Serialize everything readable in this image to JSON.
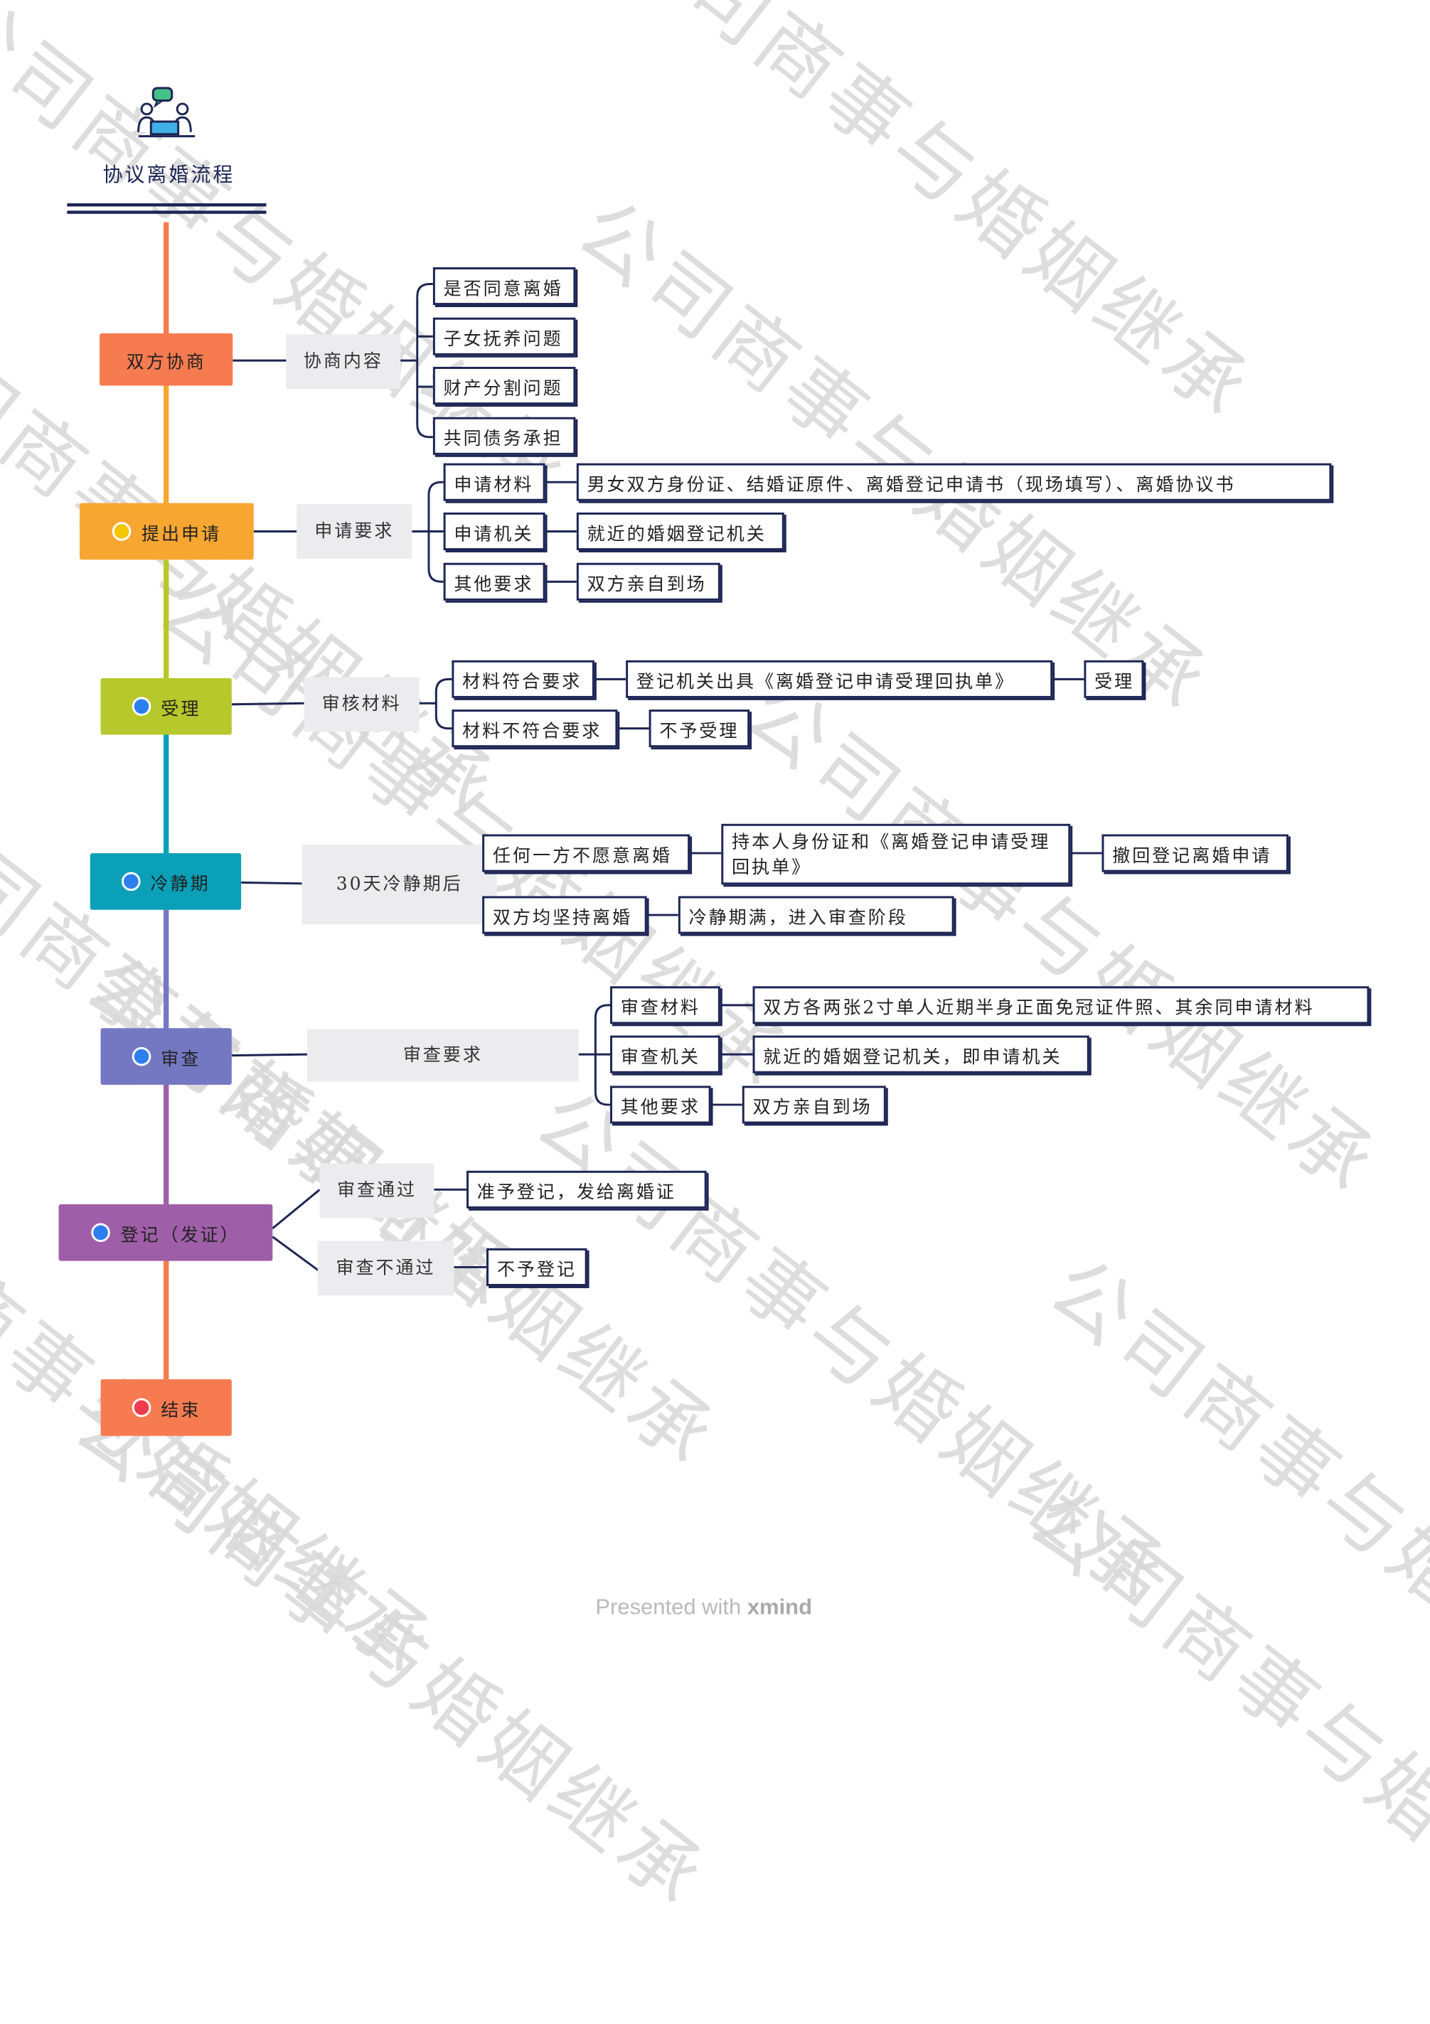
{
  "title": "协议离婚流程",
  "watermark": "公司商事与婚姻继承",
  "footer": {
    "prefix": "Presented with",
    "brand": "xmind"
  },
  "colors": {
    "negotiate": "#f77b50",
    "apply": "#f8a632",
    "accept": "#b6c82b",
    "cooling": "#0aa0b8",
    "review": "#7478c2",
    "register": "#9f5ea8",
    "end": "#f77b50",
    "line": "#1c2554"
  },
  "nodes": {
    "negotiate": {
      "label": "双方协商",
      "sub": "协商内容",
      "items": [
        "是否同意离婚",
        "子女抚养问题",
        "财产分割问题",
        "共同债务承担"
      ]
    },
    "apply": {
      "label": "提出申请",
      "dot": "#f2c600",
      "sub": "申请要求",
      "items": [
        {
          "k": "申请材料",
          "v": "男女双方身份证、结婚证原件、离婚登记申请书（现场填写）、离婚协议书"
        },
        {
          "k": "申请机关",
          "v": "就近的婚姻登记机关"
        },
        {
          "k": "其他要求",
          "v": "双方亲自到场"
        }
      ]
    },
    "accept": {
      "label": "受理",
      "dot": "#2d7ff0",
      "sub": "审核材料",
      "items": [
        {
          "k": "材料符合要求",
          "v": "登记机关出具《离婚登记申请受理回执单》",
          "v2": "受理"
        },
        {
          "k": "材料不符合要求",
          "v": "不予受理"
        }
      ]
    },
    "cooling": {
      "label": "冷静期",
      "dot": "#2d7ff0",
      "sub": "30天冷静期后",
      "items": [
        {
          "k": "任何一方不愿意离婚",
          "v": "持本人身份证和《离婚登记申请受理回执单》",
          "v2": "撤回登记离婚申请"
        },
        {
          "k": "双方均坚持离婚",
          "v": "冷静期满，进入审查阶段"
        }
      ]
    },
    "review": {
      "label": "审查",
      "dot": "#2d7ff0",
      "sub": "审查要求",
      "items": [
        {
          "k": "审查材料",
          "v": "双方各两张2寸单人近期半身正面免冠证件照、其余同申请材料"
        },
        {
          "k": "审查机关",
          "v": "就近的婚姻登记机关，即申请机关"
        },
        {
          "k": "其他要求",
          "v": "双方亲自到场"
        }
      ]
    },
    "register": {
      "label": "登记（发证）",
      "dot": "#2d7ff0",
      "items": [
        {
          "k": "审查通过",
          "v": "准予登记，发给离婚证"
        },
        {
          "k": "审查不通过",
          "v": "不予登记"
        }
      ]
    },
    "end": {
      "label": "结束",
      "dot": "#ef3b4b"
    }
  }
}
